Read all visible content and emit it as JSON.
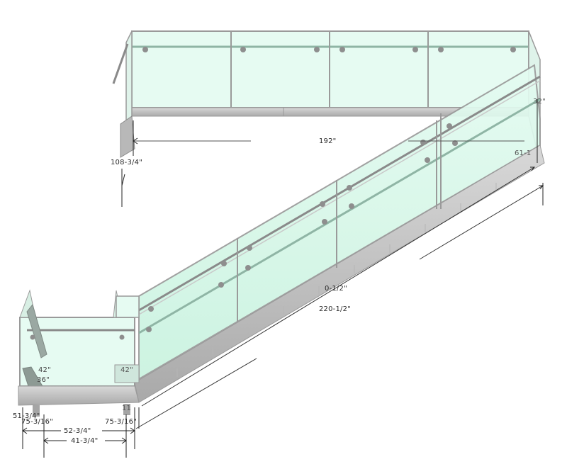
{
  "drawing": {
    "subject": "Glass stair railing 3D isometric view",
    "colors": {
      "glass_fill": "#d4f7e8",
      "glass_fill_light": "#e6fbf2",
      "frame_gray": "#9a9a9a",
      "shoe_gray": "#c8c8c8",
      "shoe_dark": "#a8a8a8",
      "dimension_line": "#222222",
      "standoff": "#8e8e8e"
    }
  },
  "dimensions": {
    "top_run_length": "192\"",
    "left_height_top": "108-3/4\"",
    "right_height_top": "61-1",
    "right_rail_height": "32\"",
    "stair_rail_length_inner": "0-1/2\"",
    "stair_rail_length": "220-1/2\"",
    "landing_rail_height_left": "42\"",
    "landing_handrail_height_left": "36\"",
    "landing_rail_height_right": "42\"",
    "landing_left_post_height": "51-3/4\"",
    "landing_left_offset": "75-3/16\"",
    "landing_right_offset": "75-3/16\"",
    "landing_outer_width": "52-3/4\"",
    "landing_inner_width": "41-3/4\"",
    "landing_right_small": "11"
  }
}
